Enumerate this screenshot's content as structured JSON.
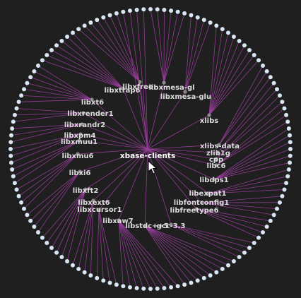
{
  "graph": {
    "center": {
      "label": "xbase-clients"
    },
    "nodes": [
      {
        "id": "libxfree",
        "label": "libxfree",
        "leaf_count": 6
      },
      {
        "id": "libxtrap6",
        "label": "libxtrap6",
        "leaf_count": 6
      },
      {
        "id": "libxmesa",
        "label": "libxmesa-gl",
        "leaf_count": 5
      },
      {
        "id": "libxmesaglu",
        "label": "libxmesa-glu",
        "leaf_count": 4
      },
      {
        "id": "libxt6",
        "label": "libxt6",
        "leaf_count": 6
      },
      {
        "id": "libxrender1",
        "label": "libxrender1",
        "leaf_count": 3
      },
      {
        "id": "libxrandr2",
        "label": "libxrandr2",
        "leaf_count": 3
      },
      {
        "id": "libxpm4",
        "label": "libxpm4",
        "leaf_count": 3
      },
      {
        "id": "libxmuu1",
        "label": "libxmuu1",
        "leaf_count": 3
      },
      {
        "id": "libxmu6",
        "label": "libxmu6",
        "leaf_count": 4
      },
      {
        "id": "libxi6",
        "label": "libxi6",
        "leaf_count": 4
      },
      {
        "id": "libxft2",
        "label": "libxft2",
        "leaf_count": 5
      },
      {
        "id": "libxext6",
        "label": "libxext6",
        "leaf_count": 4
      },
      {
        "id": "libxcursor1",
        "label": "libxcursor1",
        "leaf_count": 4
      },
      {
        "id": "libxaw7",
        "label": "libxaw7",
        "leaf_count": 8
      },
      {
        "id": "libstdc",
        "label": "libstdc++5",
        "leaf_count": 8
      },
      {
        "id": "libdps1",
        "label": "libdps1",
        "leaf_count": 5
      },
      {
        "id": "libexpat1",
        "label": "libexpat1",
        "leaf_count": 4
      },
      {
        "id": "libfontconfig1",
        "label": "libfontconfig1",
        "leaf_count": 4
      },
      {
        "id": "libfreetype6",
        "label": "libfreetype6",
        "leaf_count": 4
      },
      {
        "id": "xlibs",
        "label": "xlibs",
        "leaf_count": 8
      },
      {
        "id": "xlibsdata",
        "label": "xlibs-data",
        "leaf_count": 3
      },
      {
        "id": "zlib1g",
        "label": "zlib1g",
        "leaf_count": 2
      },
      {
        "id": "cpp",
        "label": "cpp",
        "leaf_count": 2
      },
      {
        "id": "libc6",
        "label": "libc6",
        "leaf_count": 3
      },
      {
        "id": "gcc",
        "label": "gcc-3.3",
        "leaf_count": 4
      }
    ],
    "ring_node_count": 128,
    "colors": {
      "background": "#1f1f1f",
      "edge": "#9c3fa0",
      "ring_node": "#d8e6f4",
      "inner_node": "#8a8a8a",
      "label": "#dcdcdc",
      "center_label": "#ffffff"
    },
    "cursor": {
      "icon": "mouse-pointer-icon"
    }
  }
}
